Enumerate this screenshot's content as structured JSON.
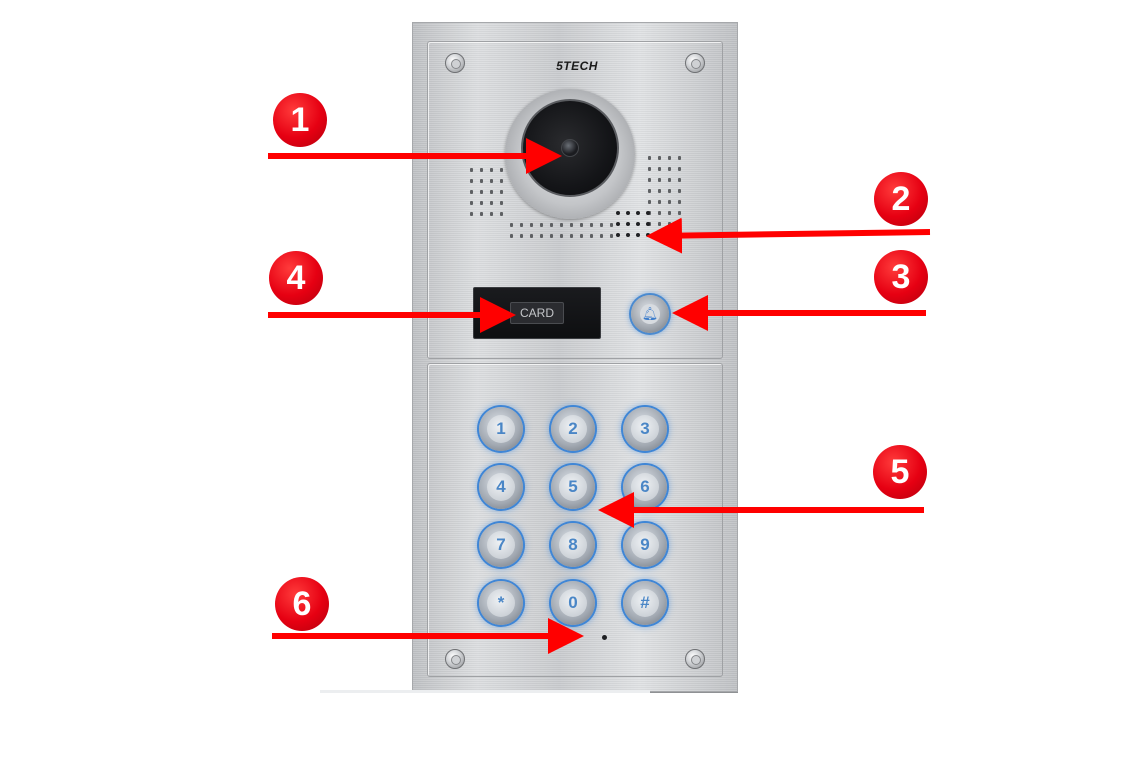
{
  "brand": "5TECH",
  "card_label": "CARD",
  "callouts": [
    "1",
    "2",
    "3",
    "4",
    "5",
    "6"
  ],
  "keypad": [
    "1",
    "2",
    "3",
    "4",
    "5",
    "6",
    "7",
    "8",
    "9",
    "*",
    "0",
    "#"
  ],
  "icons": {
    "camera": "camera-lens-icon",
    "speaker": "speaker-grille-icon",
    "bell": "bell-icon",
    "mic": "microphone-icon",
    "screw": "screw-icon"
  },
  "colors": {
    "callout": "#e60012",
    "arrow": "#ff0000",
    "key_glow": "#3f86d6",
    "panel": "#d0d2d5"
  }
}
